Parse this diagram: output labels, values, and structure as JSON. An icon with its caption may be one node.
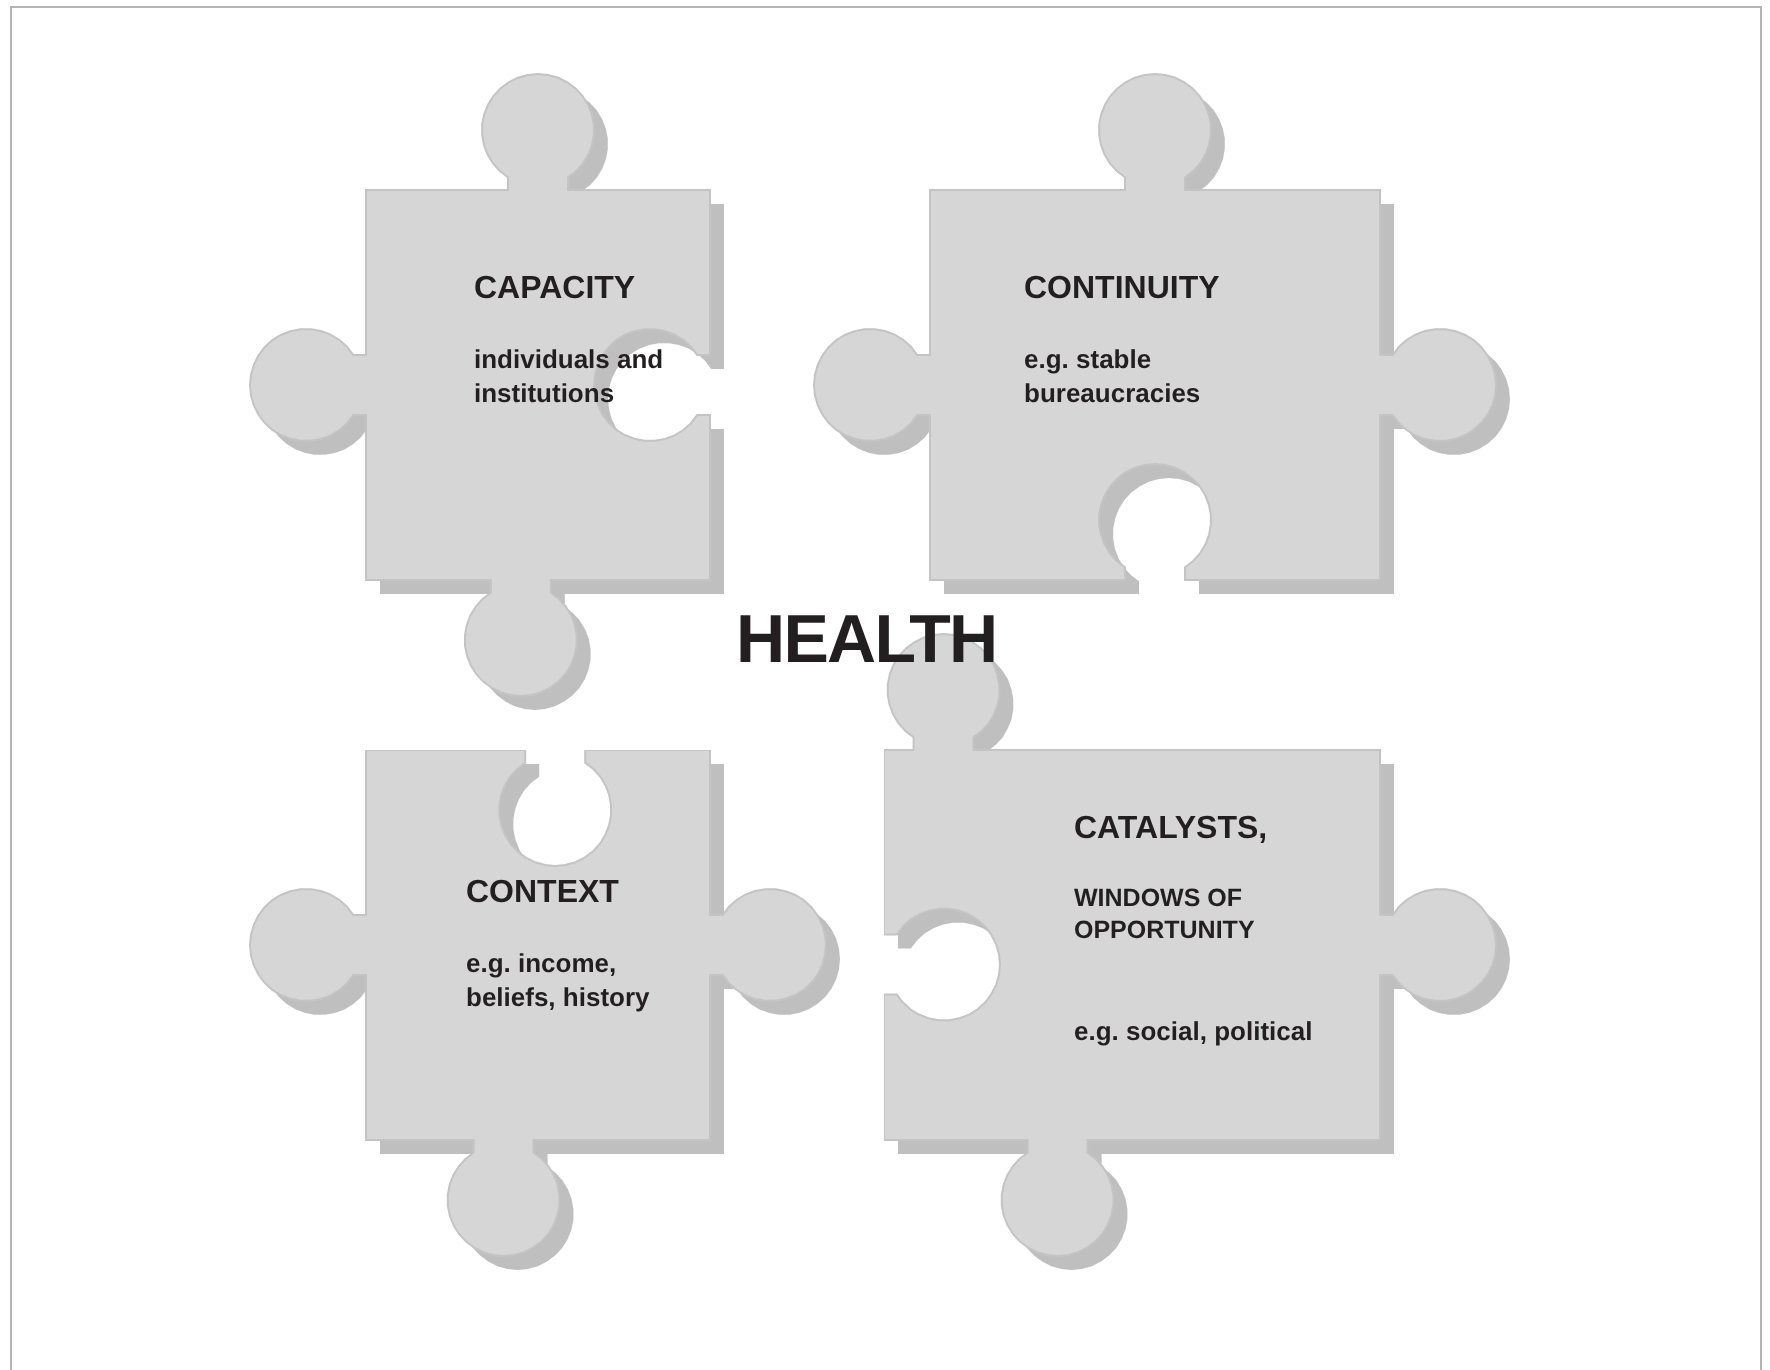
{
  "diagram": {
    "nodes": [
      {
        "text": [
          "CAPACITY",
          "individuals and institutions"
        ]
      },
      {
        "text": [
          "CONTINUITY",
          "e.g. stable bureaucracies"
        ]
      },
      {
        "text": [
          "CONTEXT",
          "e.g. income, beliefs, history"
        ]
      },
      {
        "text": [
          "CATALYSTS,",
          "WINDOWS OF OPPORTUNITY",
          "e.g. social, political"
        ]
      }
    ],
    "labels": [
      "HEALTH"
    ]
  }
}
